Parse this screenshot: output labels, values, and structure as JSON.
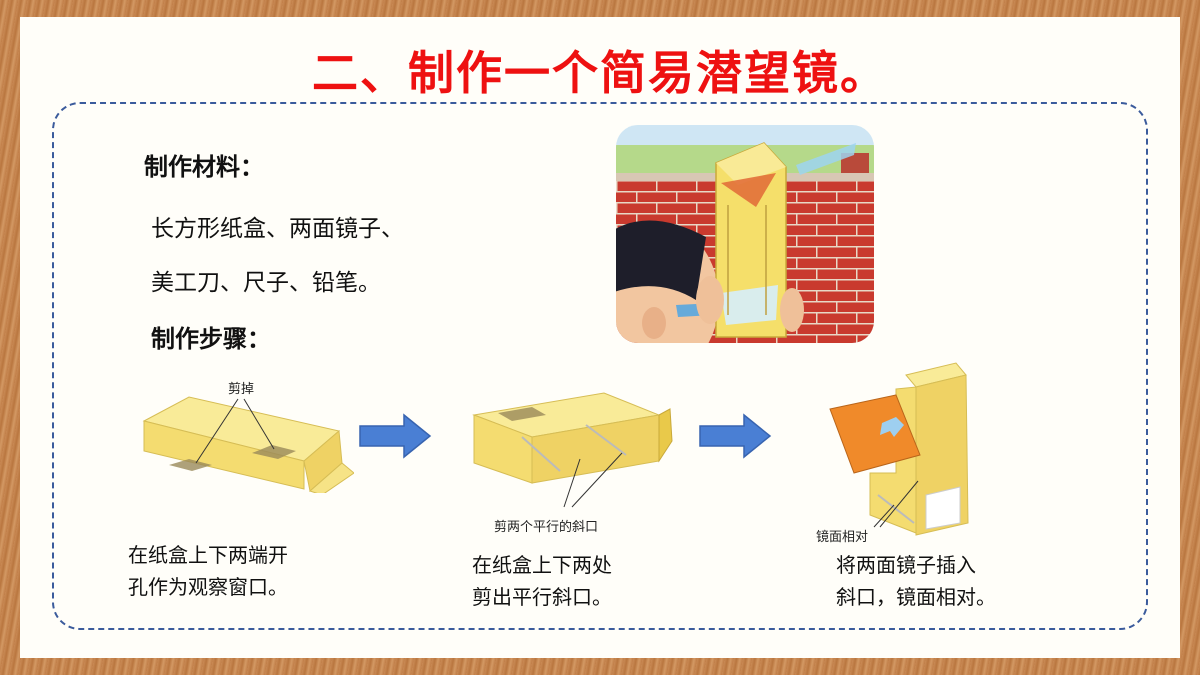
{
  "title": "二、制作一个简易潜望镜。",
  "materials": {
    "heading": "制作材料：",
    "line1": "长方形纸盒、两面镜子、",
    "line2": "美工刀、尺子、铅笔。"
  },
  "steps_heading": "制作步骤：",
  "steps": [
    {
      "annotation": "剪掉",
      "caption_line1": "在纸盒上下两端开",
      "caption_line2": "孔作为观察窗口。"
    },
    {
      "annotation": "剪两个平行的斜口",
      "caption_line1": "在纸盒上下两处",
      "caption_line2": "剪出平行斜口。"
    },
    {
      "annotation": "镜面相对",
      "caption_line1": "将两面镜子插入",
      "caption_line2": "斜口，镜面相对。"
    }
  ],
  "colors": {
    "title": "#ee1111",
    "border": "#3b5b9c",
    "box": "#f7e27a",
    "arrow": "#4a7fd4",
    "mirror": "#f08a2a"
  }
}
